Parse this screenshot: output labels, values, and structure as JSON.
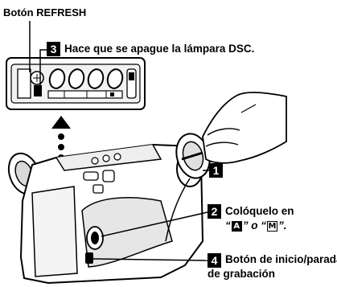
{
  "labels": {
    "refresh_button": "Botón REFRESH",
    "step3_text": "Hace que se apague la lámpara DSC.",
    "step2_line1": "Colóquelo en",
    "step2_line2_prefix": "“",
    "step2_mode_auto": "A",
    "step2_line2_mid": "” o “",
    "step2_mode_manual": "M",
    "step2_line2_suffix": "”.",
    "step4_line1": "Botón de inicio/parada",
    "step4_line2": "de grabación"
  },
  "steps": {
    "one": "1",
    "two": "2",
    "three": "3",
    "four": "4"
  },
  "colors": {
    "ink": "#000000",
    "paper": "#ffffff",
    "panel": "#e6e6e6"
  }
}
